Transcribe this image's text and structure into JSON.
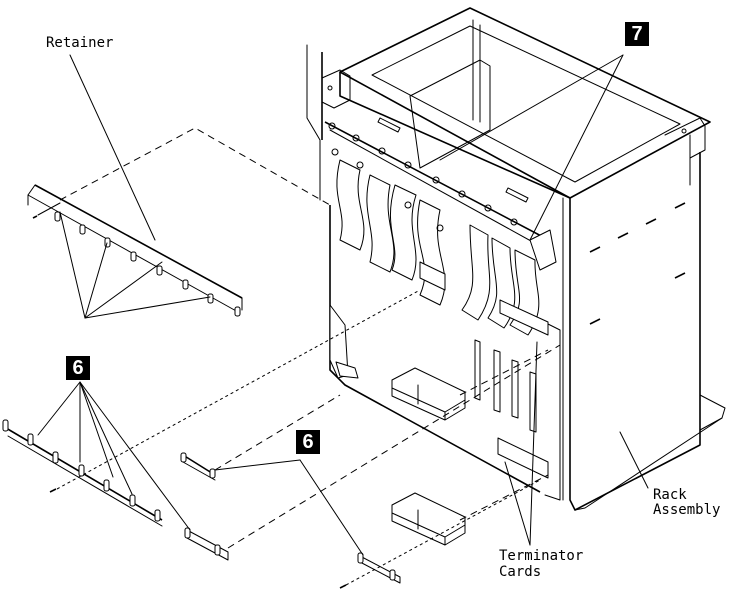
{
  "diagram": {
    "type": "exploded-view parts illustration",
    "labels": {
      "retainer": "Retainer",
      "rack_assembly_line1": "Rack",
      "rack_assembly_line2": "Assembly",
      "terminator_cards_line1": "Terminator",
      "terminator_cards_line2": "Cards"
    },
    "callouts": [
      {
        "id": "callout-7",
        "number": "7"
      },
      {
        "id": "callout-6-left",
        "number": "6"
      },
      {
        "id": "callout-6-center",
        "number": "6"
      }
    ]
  }
}
